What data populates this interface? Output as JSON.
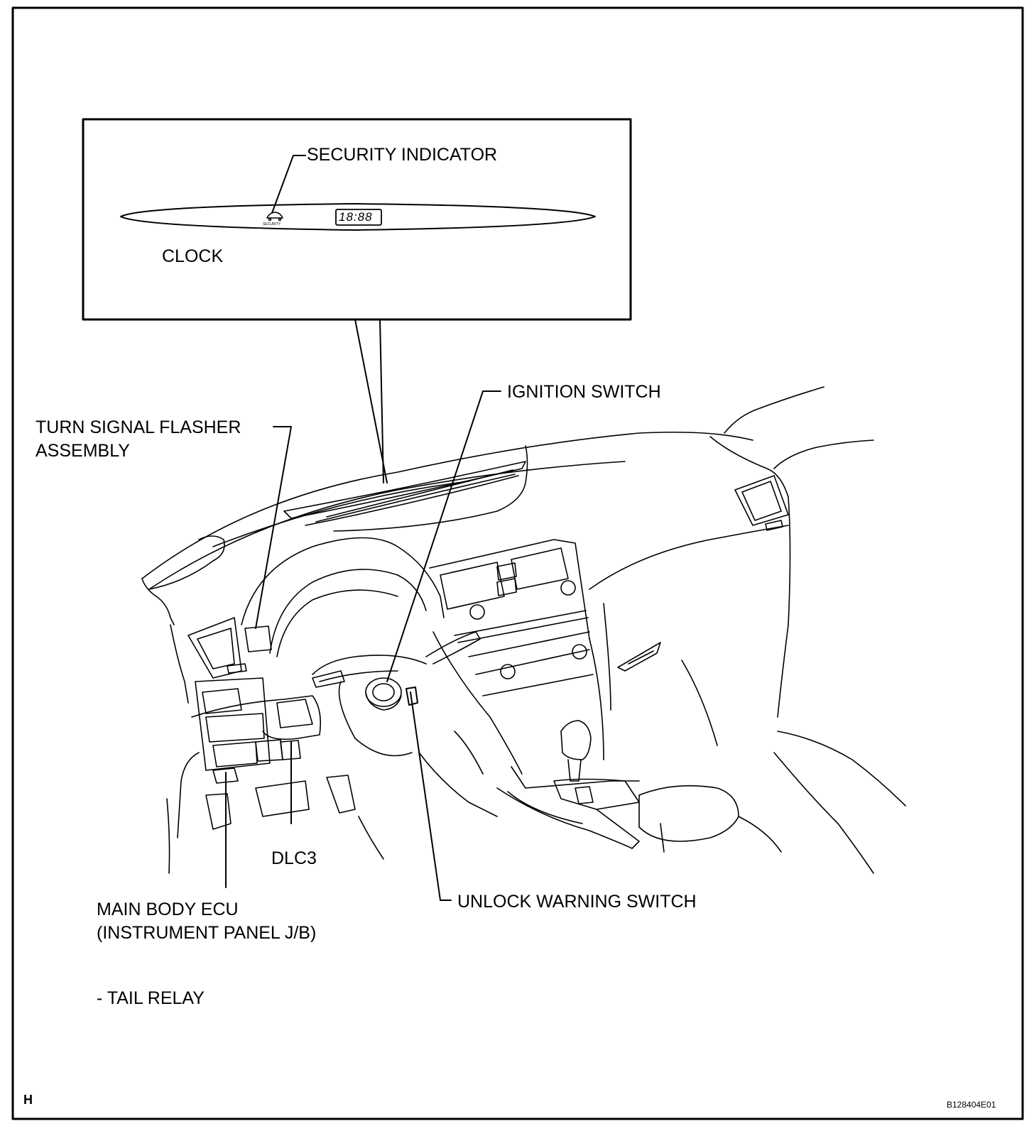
{
  "inset": {
    "security_indicator_label": "SECURITY INDICATOR",
    "clock_label": "CLOCK",
    "clock_display": "18:88",
    "security_tiny_text": "SECURITY"
  },
  "labels": {
    "ignition_switch": "IGNITION SWITCH",
    "turn_signal_line1": "TURN SIGNAL FLASHER",
    "turn_signal_line2": "ASSEMBLY",
    "dlc3": "DLC3",
    "main_body_ecu_line1": "MAIN BODY ECU",
    "main_body_ecu_line2": "(INSTRUMENT PANEL J/B)",
    "unlock_warning_switch": "UNLOCK WARNING SWITCH",
    "tail_relay": "- TAIL RELAY"
  },
  "footer": {
    "corner_mark": "H",
    "figure_code": "B128404E01"
  }
}
